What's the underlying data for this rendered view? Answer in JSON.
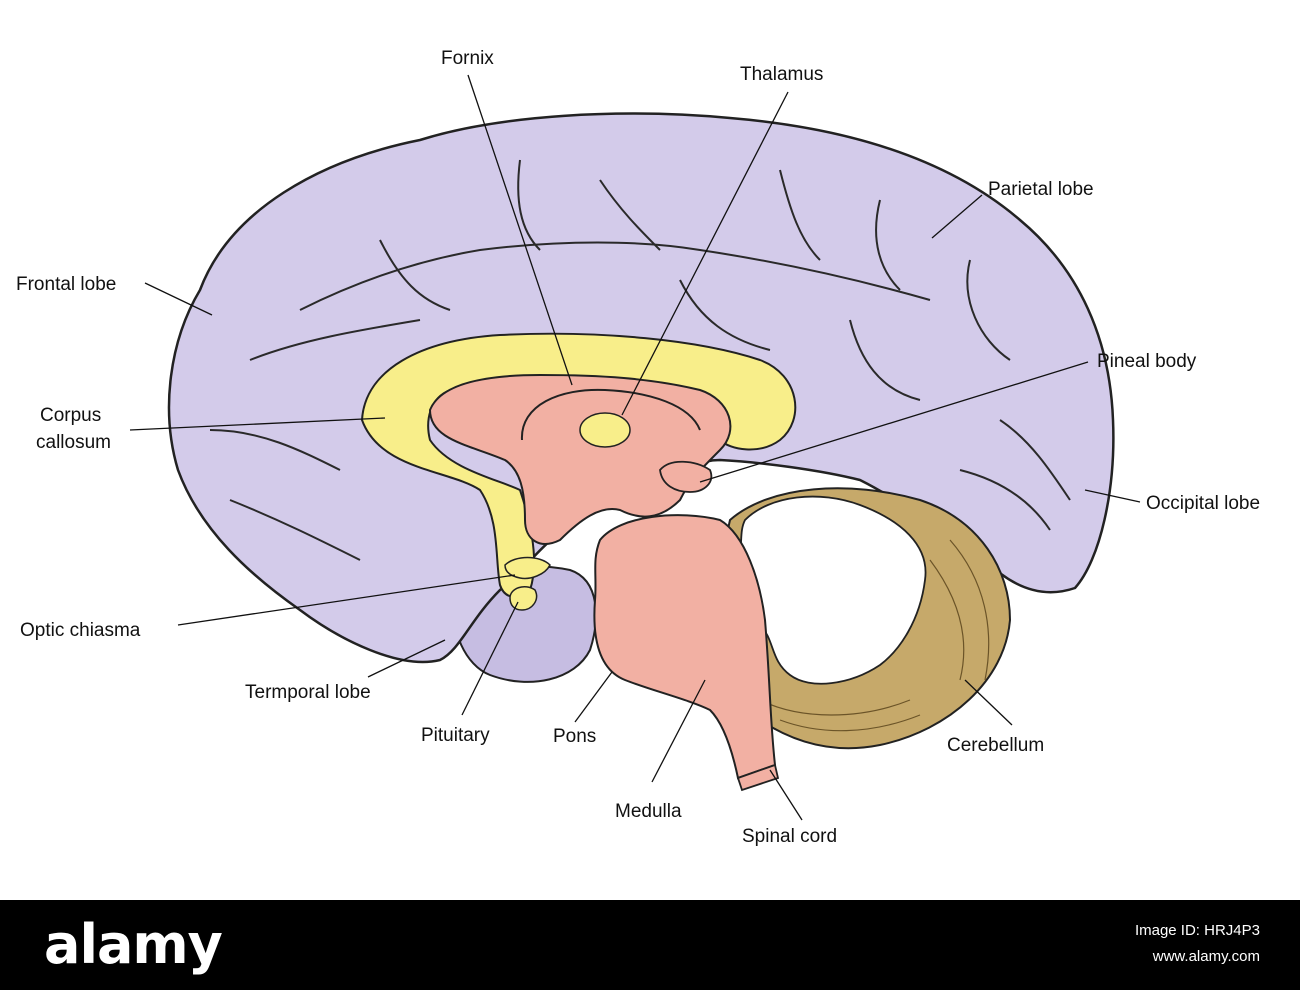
{
  "labels": {
    "fornix": "Fornix",
    "thalamus": "Thalamus",
    "parietal_lobe": "Parietal lobe",
    "frontal_lobe": "Frontal lobe",
    "pineal_body": "Pineal body",
    "corpus_line1": "Corpus",
    "corpus_line2": "callosum",
    "occipital_lobe": "Occipital lobe",
    "optic_chiasma": "Optic chiasma",
    "temporal_lobe": "Termporal lobe",
    "pituitary": "Pituitary",
    "pons": "Pons",
    "cerebellum": "Cerebellum",
    "medulla": "Medulla",
    "spinal_cord": "Spinal cord"
  },
  "footer": {
    "logo": "alamy",
    "image_id": "Image ID: HRJ4P3",
    "url": "www.alamy.com"
  },
  "colors": {
    "cortex": "#d3cbea",
    "corpus_callosum": "#f8ee8a",
    "brainstem": "#f2b0a3",
    "cerebellum": "#c6a96a",
    "arbor_vitae": "#ffffff",
    "footer_bg": "#000000"
  }
}
